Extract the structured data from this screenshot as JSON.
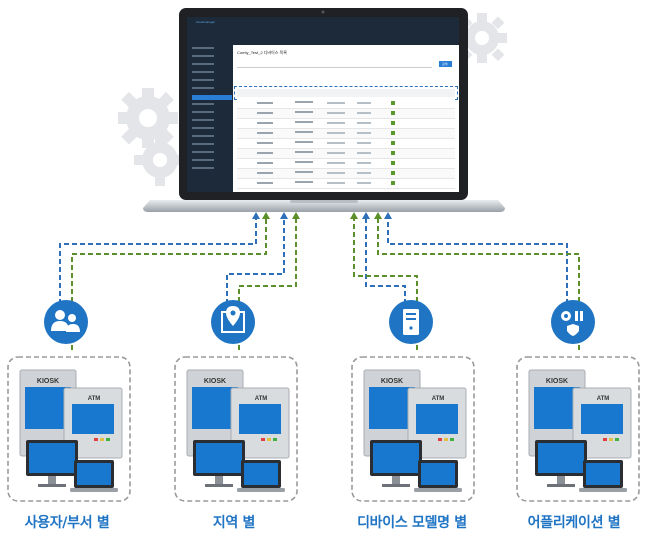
{
  "screen": {
    "app_name": "Kioskmanager",
    "page_title": "Comty_Test_2 디바이스 목록",
    "search_button": "검색"
  },
  "categories": [
    {
      "label": "사용자/부서 별",
      "icon": "users-icon"
    },
    {
      "label": "지역 별",
      "icon": "map-pin-icon"
    },
    {
      "label": "디바이스 모델명 별",
      "icon": "server-tower-icon"
    },
    {
      "label": "어플리케이션 별",
      "icon": "app-settings-icon"
    }
  ],
  "device_labels": {
    "kiosk": "KIOSK",
    "atm": "ATM"
  },
  "colors": {
    "blue": "#1f74c4",
    "green": "#5a8f2a",
    "dash_blue": "#2d6fb8",
    "screen_blue": "#1877cf"
  }
}
